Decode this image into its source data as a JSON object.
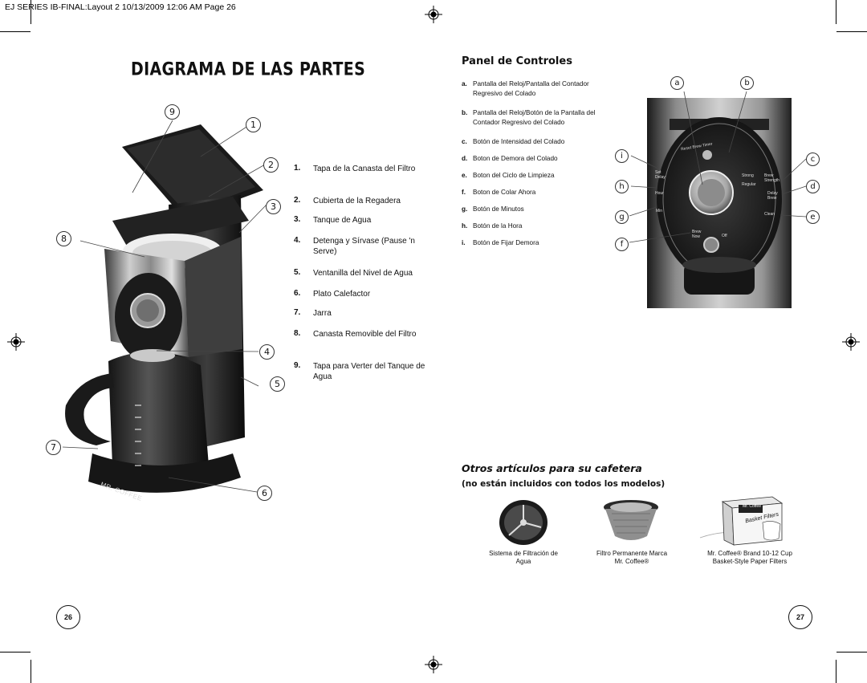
{
  "slug": "EJ SERIES IB-FINAL:Layout 2  10/13/2009  12:06 AM  Page 26",
  "title": "DIAGRAMA DE LAS PARTES",
  "parts": [
    {
      "n": "1.",
      "text": "Tapa de la Canasta del Filtro"
    },
    {
      "n": "2.",
      "text": "Cubierta de la Regadera"
    },
    {
      "n": "3.",
      "text": "Tanque de Agua"
    },
    {
      "n": "4.",
      "text": "Detenga y Sírvase (Pause 'n Serve)"
    },
    {
      "n": "5.",
      "text": "Ventanilla del Nivel de Agua"
    },
    {
      "n": "6.",
      "text": "Plato Calefactor"
    },
    {
      "n": "7.",
      "text": "Jarra"
    },
    {
      "n": "8.",
      "text": "Canasta Removible del Filtro"
    },
    {
      "n": "9.",
      "text": "Tapa para Verter del Tanque de Agua"
    }
  ],
  "diagram_callouts": [
    "9",
    "1",
    "2",
    "3",
    "8",
    "4",
    "5",
    "7",
    "6"
  ],
  "panel": {
    "heading": "Panel de Controles",
    "items": [
      {
        "n": "a.",
        "text": "Pantalla del Reloj/Pantalla del Contador Regresivo del Colado"
      },
      {
        "n": "b.",
        "text": "Pantalla del Reloj/Botón de la Pantalla del Contador Regresivo del Colado"
      },
      {
        "n": "c.",
        "text": "Botón de Intensidad del Colado"
      },
      {
        "n": "d.",
        "text": "Boton de Demora del Colado"
      },
      {
        "n": "e.",
        "text": "Boton del Ciclo de Limpieza"
      },
      {
        "n": "f.",
        "text": "Boton de Colar Ahora"
      },
      {
        "n": "g.",
        "text": "Botón de Minutos"
      },
      {
        "n": "h.",
        "text": "Botón de la Hora"
      },
      {
        "n": "i.",
        "text": "Botón de Fijar Demora"
      }
    ],
    "callouts": [
      "a",
      "b",
      "i",
      "c",
      "h",
      "d",
      "g",
      "e",
      "f"
    ],
    "device_labels": {
      "reset": "Reset Brew Timer",
      "set_delay": "Set Delay",
      "hour": "Hour",
      "min": "Min",
      "strong": "Strong",
      "regular": "Regular",
      "brew_strength": "Brew Strength",
      "delay_brew": "Delay Brew",
      "clean": "Clean",
      "brew_now": "Brew Now",
      "off": "Off"
    }
  },
  "other": {
    "heading": "Otros artículos para su cafetera",
    "subheading": "(no están incluidos con todos los modelos)",
    "items": [
      {
        "line1": "Sistema de Filtración de",
        "line2": "Agua"
      },
      {
        "line1": "Filtro Permanente Marca",
        "line2": "Mr. Coffee®"
      },
      {
        "line1": "Mr. Coffee® Brand 10-12 Cup",
        "line2": "Basket-Style Paper Filters"
      }
    ],
    "box_label_1": "Mr. Coffee",
    "box_label_2": "Basket Filters"
  },
  "brand": "MR. COFFEE",
  "page_left": "26",
  "page_right": "27"
}
